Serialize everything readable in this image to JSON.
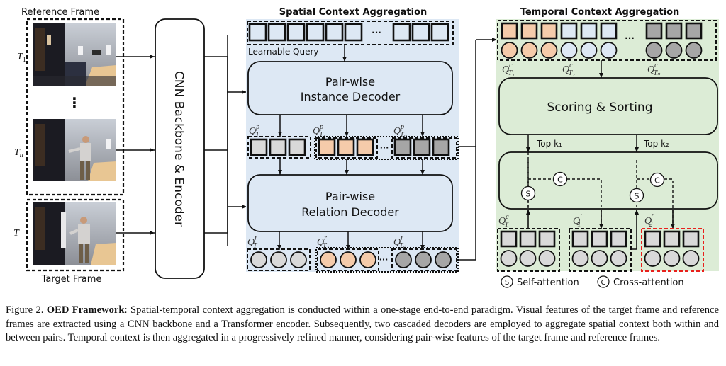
{
  "colors": {
    "spatial_bg": "#dde8f4",
    "temporal_bg": "#dcecd6",
    "decoder_fill": "#dde8f4",
    "scoring_fill": "#dcecd6",
    "target_token": "#d9d9d9",
    "ref1_token": "#f5cbaa",
    "ref2_token": "#dde8f4",
    "refn_token": "#a6a6a6",
    "highlight_border": "#e8201c",
    "stroke": "#111111"
  },
  "left": {
    "reference_frame_label": "Reference Frame",
    "target_frame_label": "Target Frame",
    "t1_label": "T",
    "t1_sub": "1",
    "tn_label": "T",
    "tn_sub": "n",
    "t_label": "T",
    "vertical_ellipsis": "⋮"
  },
  "backbone": {
    "label": "CNN Backbone & Encoder"
  },
  "spatial": {
    "title": "Spatial Context Aggregation",
    "learnable_query_label": "Learnable Query",
    "ellipsis": "···",
    "instance_decoder_line1": "Pair-wise",
    "instance_decoder_line2": "Instance Decoder",
    "relation_decoder_line1": "Pair-wise",
    "relation_decoder_line2": "Relation Decoder",
    "q_labels_p": [
      {
        "base": "Q",
        "sup": "p",
        "sub": "T"
      },
      {
        "base": "Q",
        "sup": "p",
        "sub": "T₁"
      },
      {
        "base": "Q",
        "sup": "p",
        "sub": "Tₙ"
      }
    ],
    "q_labels_r": [
      {
        "base": "Q",
        "sup": "r",
        "sub": "T"
      },
      {
        "base": "Q",
        "sup": "r",
        "sub": "T₁"
      },
      {
        "base": "Q",
        "sup": "r",
        "sub": "Tₙ"
      }
    ]
  },
  "temporal": {
    "title": "Temporal Context Aggregation",
    "ellipsis": "···",
    "q_labels_c": [
      {
        "base": "Q",
        "sup": "c",
        "sub": "T₁"
      },
      {
        "base": "Q",
        "sup": "c",
        "sub": "T₂"
      },
      {
        "base": "Q",
        "sup": "c",
        "sub": "Tₙ"
      }
    ],
    "scoring_label": "Scoring & Sorting",
    "topk1_label": "Top k₁",
    "topk2_label": "Top k₂",
    "self_attn_glyph": "S",
    "cross_attn_glyph": "C",
    "bottom_labels": [
      {
        "base": "Q",
        "sup": "c",
        "sub": "T"
      },
      {
        "base": "Q",
        "sup": "′",
        "sub": "1"
      },
      {
        "base": "Q",
        "sup": "′",
        "sub": "2"
      }
    ],
    "legend": {
      "self_attention": "Self-attention",
      "cross_attention": "Cross-attention"
    }
  },
  "caption": {
    "prefix": "Figure 2. ",
    "bold": "OED Framework",
    "text": ": Spatial-temporal context aggregation is conducted within a one-stage end-to-end paradigm. Visual features of the target frame and reference frames are extracted using a CNN backbone and a Transformer encoder. Subsequently, two cascaded decoders are employed to aggregate spatial context both within and between pairs. Temporal context is then aggregated in a progressively refined manner, considering pair-wise features of the target frame and reference frames."
  }
}
